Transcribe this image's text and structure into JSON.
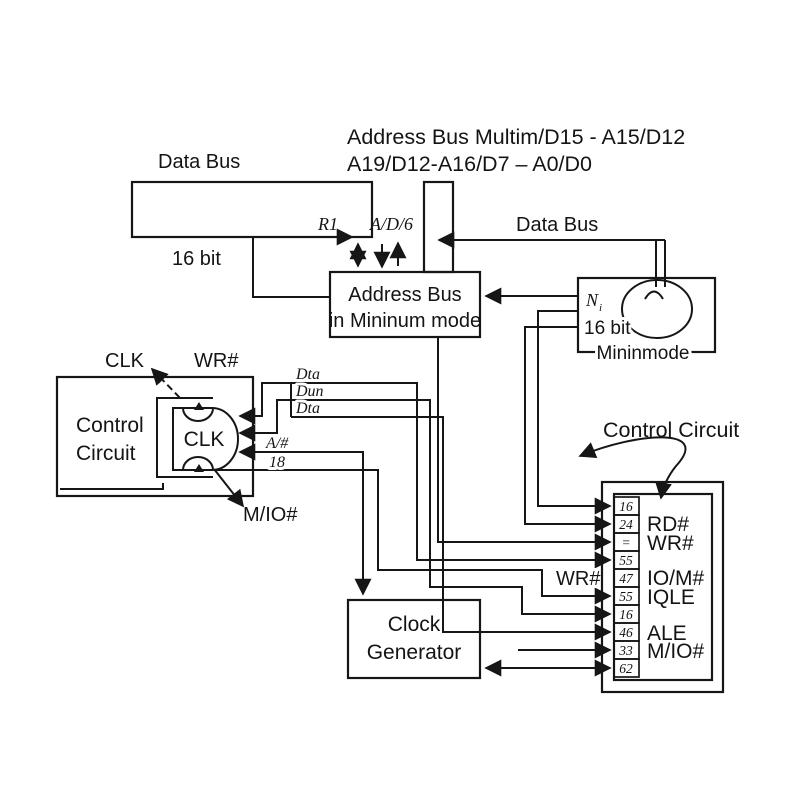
{
  "title": {
    "line1": "Address Bus Multim/D15 - A15/D12",
    "line2": "A19/D12-A16/D7 – A0/D0"
  },
  "labels": {
    "data_bus_left": "Data Bus",
    "bit16_left": "16 bit",
    "r1": "R1",
    "ad6": "A/D/6",
    "data_bus_right": "Data Bus",
    "clk_top": "CLK",
    "wr_top": "WR#",
    "mio_left": "M/IO#",
    "dta1": "Dta",
    "dun": "Dun",
    "dta2": "Dta",
    "a_hash": "A/#",
    "n18": "18",
    "control_right": "Control Circuit",
    "wr_mid": "WR#"
  },
  "boxes": {
    "address_bus": {
      "line1": "Address Bus",
      "line2": "in Mininum mode"
    },
    "control": {
      "line1": "Control",
      "line2": "Circuit"
    },
    "clk_connector": "CLK",
    "mininmode": {
      "n_main": "N",
      "n_sub": "i",
      "bit16": "16 bit",
      "name": "Mininmode"
    },
    "clock_gen": {
      "line1": "Clock",
      "line2": "Generator"
    },
    "right_chip": {
      "pins": [
        "16",
        "24",
        "=",
        "55",
        "47",
        "55",
        "16",
        "46",
        "33",
        "62"
      ],
      "signals": [
        "RD#",
        "WR#",
        "IO/M#",
        "IQLE",
        "ALE",
        "M/IO#"
      ]
    }
  },
  "colors": {
    "ink": "#161616",
    "background": "#ffffff"
  }
}
